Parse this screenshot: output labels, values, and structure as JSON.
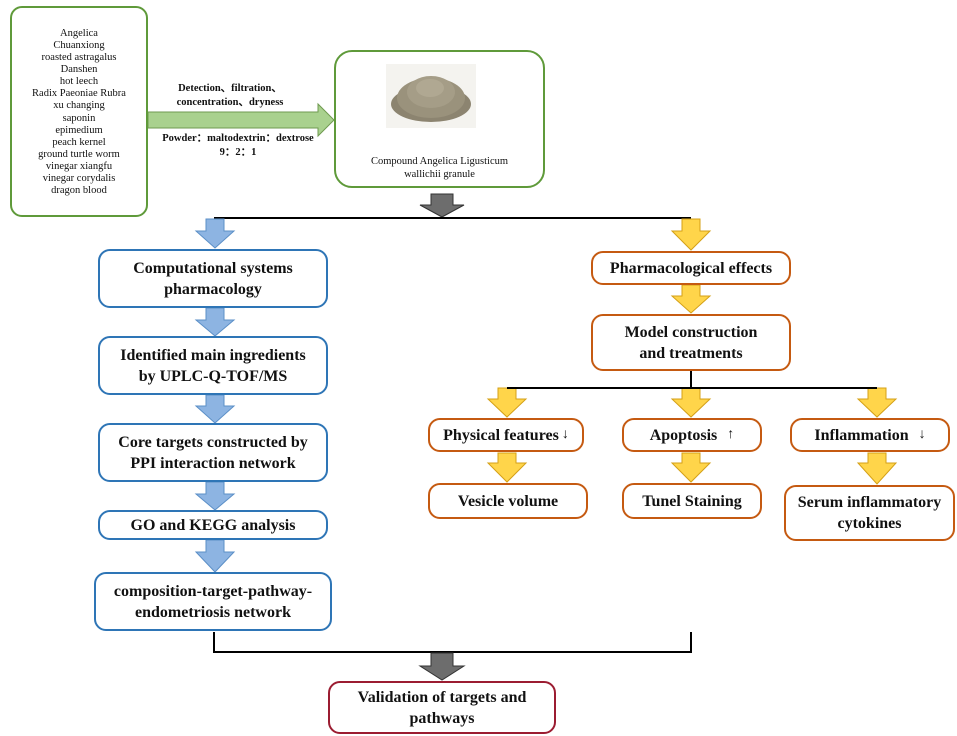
{
  "ingredients": [
    "Angelica",
    "Chuanxiong",
    "roasted astragalus",
    "Danshen",
    "hot leech",
    "Radix Paeoniae Rubra",
    "xu changing",
    "saponin",
    "epimedium",
    "peach kernel",
    "ground turtle worm",
    "vinegar xiangfu",
    "vinegar corydalis",
    "dragon blood"
  ],
  "process": {
    "top_label": "Detection、filtration、\nconcentration、dryness",
    "bottom_label": "Powder：maltodextrin：dextrose\n9：2：1"
  },
  "product": {
    "name": "Compound Angelica Ligusticum\nwallichii granule"
  },
  "left_branch": {
    "steps": [
      "Computational systems\npharmacology",
      "Identified main ingredients\nby  UPLC-Q-TOF/MS",
      "Core targets constructed by\nPPI interaction network",
      "GO and KEGG analysis",
      "composition-target-pathway-\nendometriosis network"
    ]
  },
  "right_branch": {
    "pharmacological": "Pharmacological effects",
    "model": "Model construction\nand treatments",
    "physical": "Physical features",
    "physical_arrow": "↓",
    "apoptosis": "Apoptosis",
    "apoptosis_arrow": "↑",
    "inflammation": "Inflammation",
    "inflammation_arrow": "↓",
    "vesicle": "Vesicle volume",
    "tunel": "Tunel Staining",
    "serum": "Serum inflammatory\ncytokines"
  },
  "validation": "Validation of targets and\npathways",
  "colors": {
    "green": "#5f9a3a",
    "blue": "#2e75b6",
    "orange": "#c55a11",
    "red": "#9b1c31",
    "blue_arrow": "#8db4e2",
    "yellow_arrow": "#ffd54a",
    "gray_arrow": "#6d6d6d",
    "green_arrow": "#a9d18e"
  }
}
